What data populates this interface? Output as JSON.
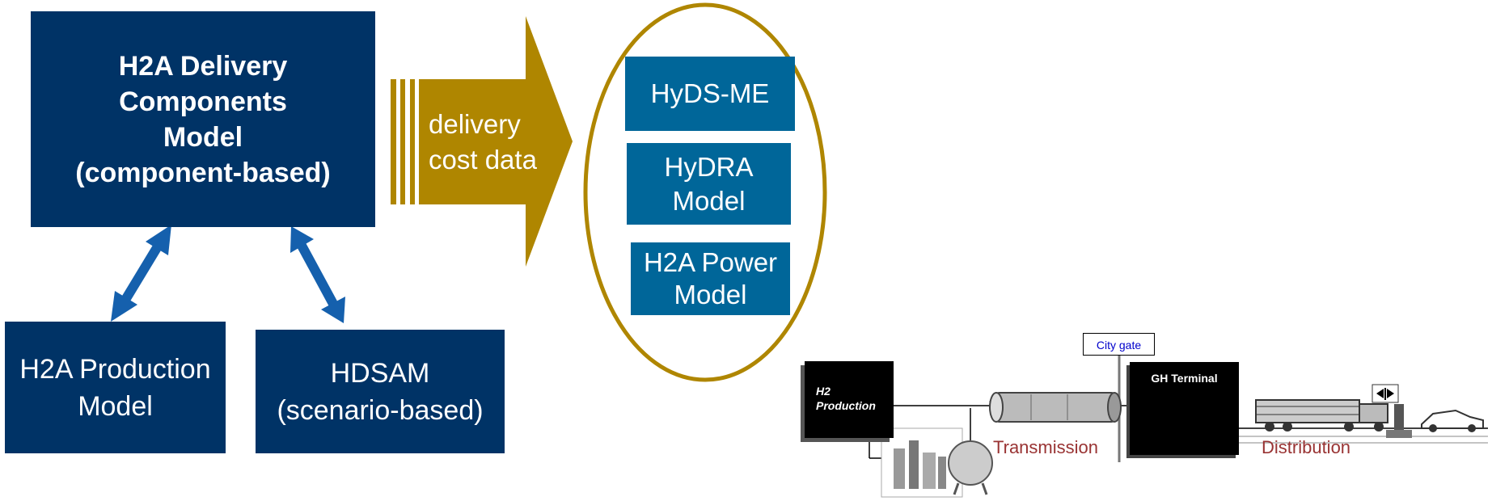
{
  "main_model": {
    "label": "H2A Delivery\nComponents\nModel\n(component-based)"
  },
  "production_model": {
    "label": "H2A Production\nModel"
  },
  "hdsam": {
    "label": "HDSAM\n(scenario-based)"
  },
  "arrow": {
    "label": "delivery\ncost data",
    "color": "#AF8600"
  },
  "consumers": [
    {
      "label": "HyDS-ME"
    },
    {
      "label": "HyDRA\nModel"
    },
    {
      "label": "H2A Power\nModel"
    }
  ],
  "pipeline": {
    "production_label": "H2\nProduction",
    "city_gate": "City gate",
    "terminal": "GH Terminal",
    "transmission": "Transmission",
    "distribution": "Distribution"
  },
  "colors": {
    "navy": "#003366",
    "teal": "#006699",
    "link_arrow": "#1560AD",
    "oval": "#AF8600"
  }
}
